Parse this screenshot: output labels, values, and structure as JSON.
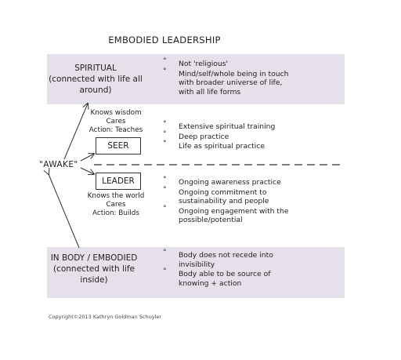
{
  "title": "EMBODIED LEADERSHIP",
  "spiritual": {
    "label_lines": [
      "SPIRITUAL",
      "(connected with life all",
      "around)"
    ],
    "bullets": [
      [
        "Not 'religious'"
      ],
      [
        "Mind/self/whole being in touch",
        "with broader universe of life,",
        "with all life forms"
      ]
    ]
  },
  "seer": {
    "label_lines": [
      "Knows wisdom",
      "Cares",
      "Action: Teaches"
    ],
    "box_label": "SEER",
    "bullets": [
      [
        "Extensive spiritual training"
      ],
      [
        "Deep practice"
      ],
      [
        "Life as spiritual practice"
      ]
    ]
  },
  "awake_label": "\"AWAKE\"",
  "leader": {
    "box_label": "LEADER",
    "label_lines": [
      "Knows the world",
      "Cares",
      "Action: Builds"
    ],
    "bullets": [
      [
        "Ongoing awareness practice"
      ],
      [
        "Ongoing commitment to",
        "sustainability and people"
      ],
      [
        "Ongoing engagement with the",
        "possible/potential"
      ]
    ]
  },
  "embodied": {
    "label_lines": [
      "IN BODY / EMBODIED",
      "(connected with life",
      "inside)"
    ],
    "bullets": [
      [
        "Body does not recede into",
        "invisibility"
      ],
      [
        "Body able to be source of",
        "knowing + action"
      ]
    ]
  },
  "bullet_symbol": "°",
  "copyright": "Copyright©2013 Kathryn Goldman Schuyler",
  "colors": {
    "band": "#e6e0ea",
    "line": "#333333"
  }
}
